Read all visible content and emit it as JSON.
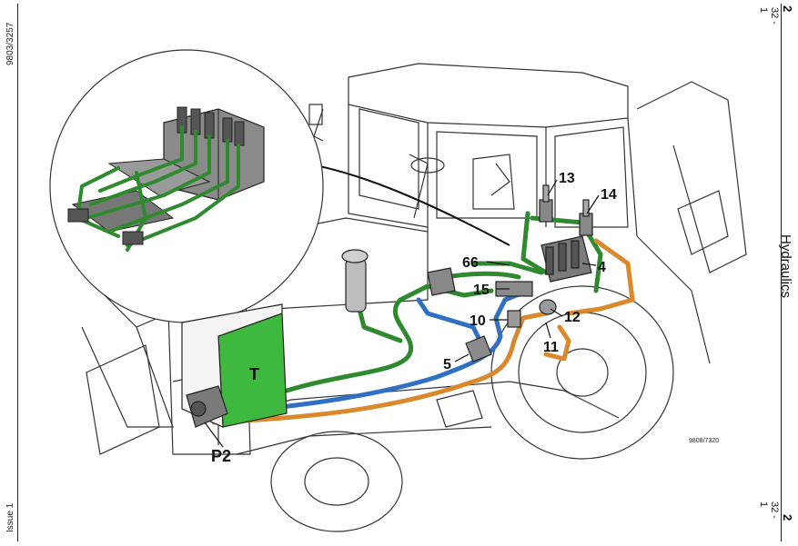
{
  "left_margin": {
    "doc_number": "9803/3257",
    "issue": "Issue 1"
  },
  "right_margin": {
    "page_top": "2",
    "section_top": "32 - 1",
    "section_title": "Hydraulics",
    "page_bottom": "2",
    "section_bottom": "32 - 1"
  },
  "diagram": {
    "callouts": {
      "c13": "13",
      "c14": "14",
      "c66": "66",
      "c4": "4",
      "c15": "15",
      "c10": "10",
      "c12": "12",
      "c11": "11",
      "c5": "5",
      "cT": "T",
      "cP2": "P2"
    },
    "figure_ref": "9808/7320",
    "colors": {
      "green_line": "#2f8a2f",
      "blue_line": "#2f6fc4",
      "orange_line": "#d9892c",
      "tank_fill": "#3fb83f",
      "outline": "#333333"
    }
  }
}
